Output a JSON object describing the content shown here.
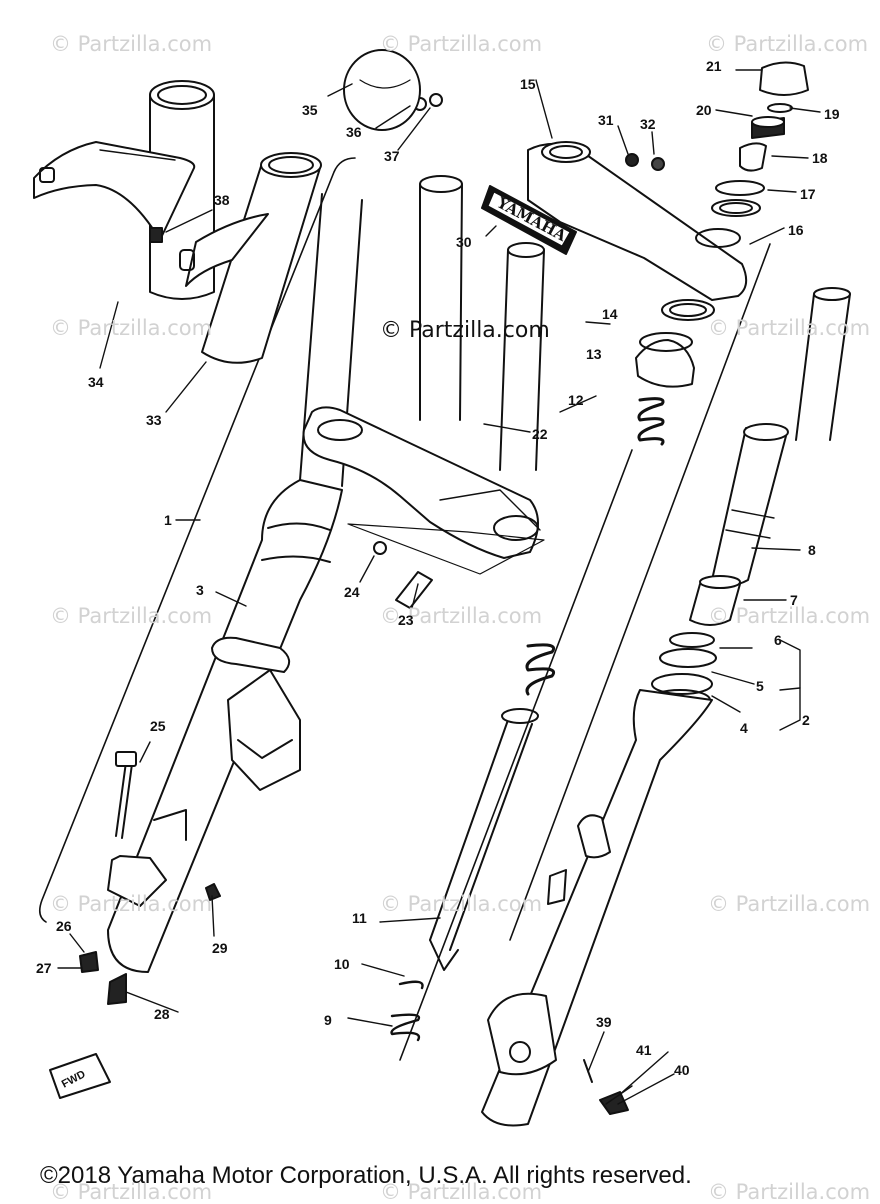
{
  "watermark": "© Partzilla.com",
  "center_watermark": "© Partzilla.com",
  "copyright": "©2018 Yamaha Motor Corporation, U.S.A. All rights reserved.",
  "brand_label": "YAMAHA",
  "fwd_label": "FWD",
  "callouts": [
    {
      "id": "1",
      "text": "1"
    },
    {
      "id": "2",
      "text": "2"
    },
    {
      "id": "3",
      "text": "3"
    },
    {
      "id": "4",
      "text": "4"
    },
    {
      "id": "5",
      "text": "5"
    },
    {
      "id": "6",
      "text": "6"
    },
    {
      "id": "7",
      "text": "7"
    },
    {
      "id": "8",
      "text": "8"
    },
    {
      "id": "9",
      "text": "9"
    },
    {
      "id": "10",
      "text": "10"
    },
    {
      "id": "11",
      "text": "11"
    },
    {
      "id": "12",
      "text": "12"
    },
    {
      "id": "13",
      "text": "13"
    },
    {
      "id": "14",
      "text": "14"
    },
    {
      "id": "15",
      "text": "15"
    },
    {
      "id": "16",
      "text": "16"
    },
    {
      "id": "17",
      "text": "17"
    },
    {
      "id": "18",
      "text": "18"
    },
    {
      "id": "19",
      "text": "19"
    },
    {
      "id": "20",
      "text": "20"
    },
    {
      "id": "21",
      "text": "21"
    },
    {
      "id": "22",
      "text": "22"
    },
    {
      "id": "23",
      "text": "23"
    },
    {
      "id": "24",
      "text": "24"
    },
    {
      "id": "25",
      "text": "25"
    },
    {
      "id": "26",
      "text": "26"
    },
    {
      "id": "27",
      "text": "27"
    },
    {
      "id": "28",
      "text": "28"
    },
    {
      "id": "29",
      "text": "29"
    },
    {
      "id": "30",
      "text": "30"
    },
    {
      "id": "31",
      "text": "31"
    },
    {
      "id": "32",
      "text": "32"
    },
    {
      "id": "33",
      "text": "33"
    },
    {
      "id": "34",
      "text": "34"
    },
    {
      "id": "35",
      "text": "35"
    },
    {
      "id": "36",
      "text": "36"
    },
    {
      "id": "37",
      "text": "37"
    },
    {
      "id": "38",
      "text": "38"
    },
    {
      "id": "39",
      "text": "39"
    },
    {
      "id": "40",
      "text": "40"
    },
    {
      "id": "41",
      "text": "41"
    }
  ]
}
